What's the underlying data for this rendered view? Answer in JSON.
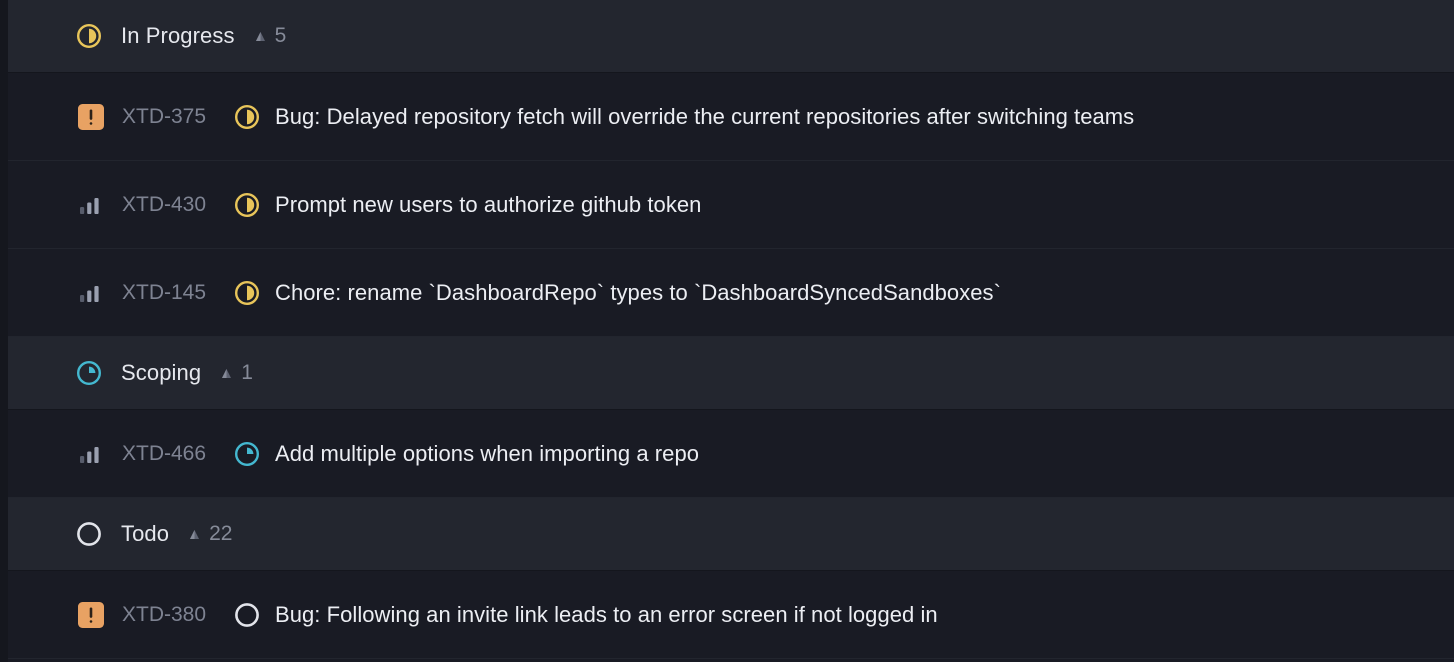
{
  "colors": {
    "group_header_bg": "#23262f",
    "issue_row_bg": "#191b24",
    "in_progress": "#e8c55a",
    "scoping": "#44b8d0",
    "todo": "#e2e4ea",
    "urgent": "#e8a263",
    "priority_bar_dim": "#575c6b",
    "priority_bar_bright": "#9aa0b0",
    "id_text": "#7e8392",
    "title_text": "#eceef3",
    "count_text": "#868b99"
  },
  "groups": [
    {
      "id": "in-progress",
      "label": "In Progress",
      "status_icon": "in-progress-icon",
      "count": "5",
      "issues": [
        {
          "id": "XTD-375",
          "title": "Bug: Delayed repository fetch will override the current repositories after switching teams",
          "priority_icon": "urgent-priority-icon",
          "status_icon": "in-progress-icon"
        },
        {
          "id": "XTD-430",
          "title": "Prompt new users to authorize github token",
          "priority_icon": "medium-priority-icon",
          "status_icon": "in-progress-icon"
        },
        {
          "id": "XTD-145",
          "title": "Chore: rename `DashboardRepo` types to `DashboardSyncedSandboxes`",
          "priority_icon": "medium-priority-icon",
          "status_icon": "in-progress-icon"
        }
      ]
    },
    {
      "id": "scoping",
      "label": "Scoping",
      "status_icon": "scoping-icon",
      "count": "1",
      "issues": [
        {
          "id": "XTD-466",
          "title": "Add multiple options when importing a repo",
          "priority_icon": "medium-priority-icon",
          "status_icon": "scoping-icon"
        }
      ]
    },
    {
      "id": "todo",
      "label": "Todo",
      "status_icon": "todo-icon",
      "count": "22",
      "issues": [
        {
          "id": "XTD-380",
          "title": "Bug: Following an invite link leads to an error screen if not logged in",
          "priority_icon": "urgent-priority-icon",
          "status_icon": "todo-icon"
        }
      ]
    }
  ]
}
